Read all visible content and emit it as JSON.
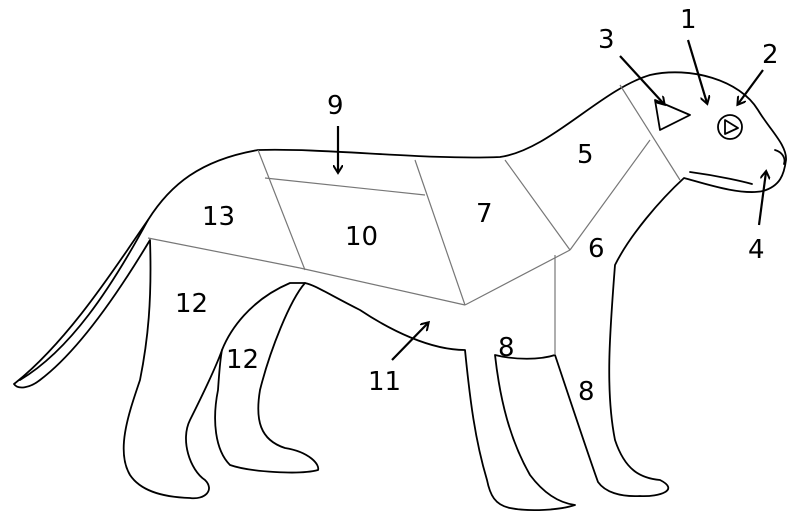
{
  "labels": {
    "l1": "1",
    "l2": "2",
    "l3": "3",
    "l4": "4",
    "l5": "5",
    "l6": "6",
    "l7": "7",
    "l8a": "8",
    "l8b": "8",
    "l9": "9",
    "l10": "10",
    "l11": "11",
    "l12a": "12",
    "l12b": "12",
    "l13": "13"
  }
}
